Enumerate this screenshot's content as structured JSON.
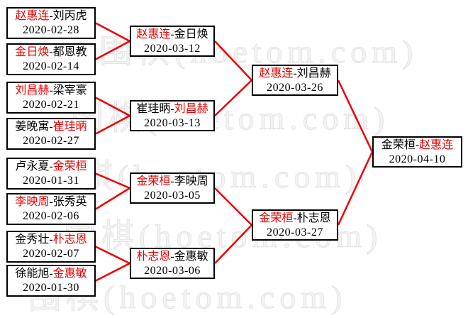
{
  "page": {
    "description": "Go tournament single-elimination bracket diagram",
    "watermark_text": "围棋(hoetom.com)"
  },
  "colors": {
    "winner_red": "#e60000",
    "connector_red": "#f00000",
    "box_border": "#000000",
    "text_black": "#000000",
    "watermark_gray": "#e4e4e4",
    "background": "#ffffff"
  },
  "matches": [
    {
      "id": "L1",
      "round": 1,
      "left": "赵惠连",
      "right": "刘丙虎",
      "winner": "left",
      "date": "2020-02-28"
    },
    {
      "id": "L2",
      "round": 1,
      "left": "金日焕",
      "right": "都恩教",
      "winner": "left",
      "date": "2020-02-14"
    },
    {
      "id": "L3",
      "round": 1,
      "left": "刘昌赫",
      "right": "梁宰豪",
      "winner": "left",
      "date": "2020-02-21"
    },
    {
      "id": "L4",
      "round": 1,
      "left": "姜晚寓",
      "right": "崔珪昞",
      "winner": "right",
      "date": "2020-02-27"
    },
    {
      "id": "L5",
      "round": 1,
      "left": "卢永夏",
      "right": "金荣桓",
      "winner": "right",
      "date": "2020-01-31"
    },
    {
      "id": "L6",
      "round": 1,
      "left": "李映周",
      "right": "张秀英",
      "winner": "left",
      "date": "2020-02-06"
    },
    {
      "id": "L7",
      "round": 1,
      "left": "金秀壮",
      "right": "朴志恩",
      "winner": "right",
      "date": "2020-02-07"
    },
    {
      "id": "L8",
      "round": 1,
      "left": "徐能旭",
      "right": "金惠敏",
      "winner": "right",
      "date": "2020-01-30"
    },
    {
      "id": "M1",
      "round": 2,
      "left": "赵惠连",
      "right": "金日焕",
      "winner": "left",
      "date": "2020-03-12"
    },
    {
      "id": "M2",
      "round": 2,
      "left": "崔珪昞",
      "right": "刘昌赫",
      "winner": "right",
      "date": "2020-03-13"
    },
    {
      "id": "M3",
      "round": 2,
      "left": "金荣桓",
      "right": "李映周",
      "winner": "left",
      "date": "2020-03-05"
    },
    {
      "id": "M4",
      "round": 2,
      "left": "朴志恩",
      "right": "金惠敏",
      "winner": "left",
      "date": "2020-03-06"
    },
    {
      "id": "S1",
      "round": 3,
      "left": "赵惠连",
      "right": "刘昌赫",
      "winner": "left",
      "date": "2020-03-26"
    },
    {
      "id": "S2",
      "round": 3,
      "left": "金荣桓",
      "right": "朴志恩",
      "winner": "left",
      "date": "2020-03-27"
    },
    {
      "id": "F1",
      "round": 4,
      "left": "金荣桓",
      "right": "赵惠连",
      "winner": "right",
      "date": "2020-04-10"
    }
  ],
  "connections": [
    [
      "L1",
      "M1"
    ],
    [
      "L2",
      "M1"
    ],
    [
      "L3",
      "M2"
    ],
    [
      "L4",
      "M2"
    ],
    [
      "L5",
      "M3"
    ],
    [
      "L6",
      "M3"
    ],
    [
      "L7",
      "M4"
    ],
    [
      "L8",
      "M4"
    ],
    [
      "M1",
      "S1"
    ],
    [
      "M2",
      "S1"
    ],
    [
      "M3",
      "S2"
    ],
    [
      "M4",
      "S2"
    ],
    [
      "S1",
      "F1"
    ],
    [
      "S2",
      "F1"
    ]
  ]
}
